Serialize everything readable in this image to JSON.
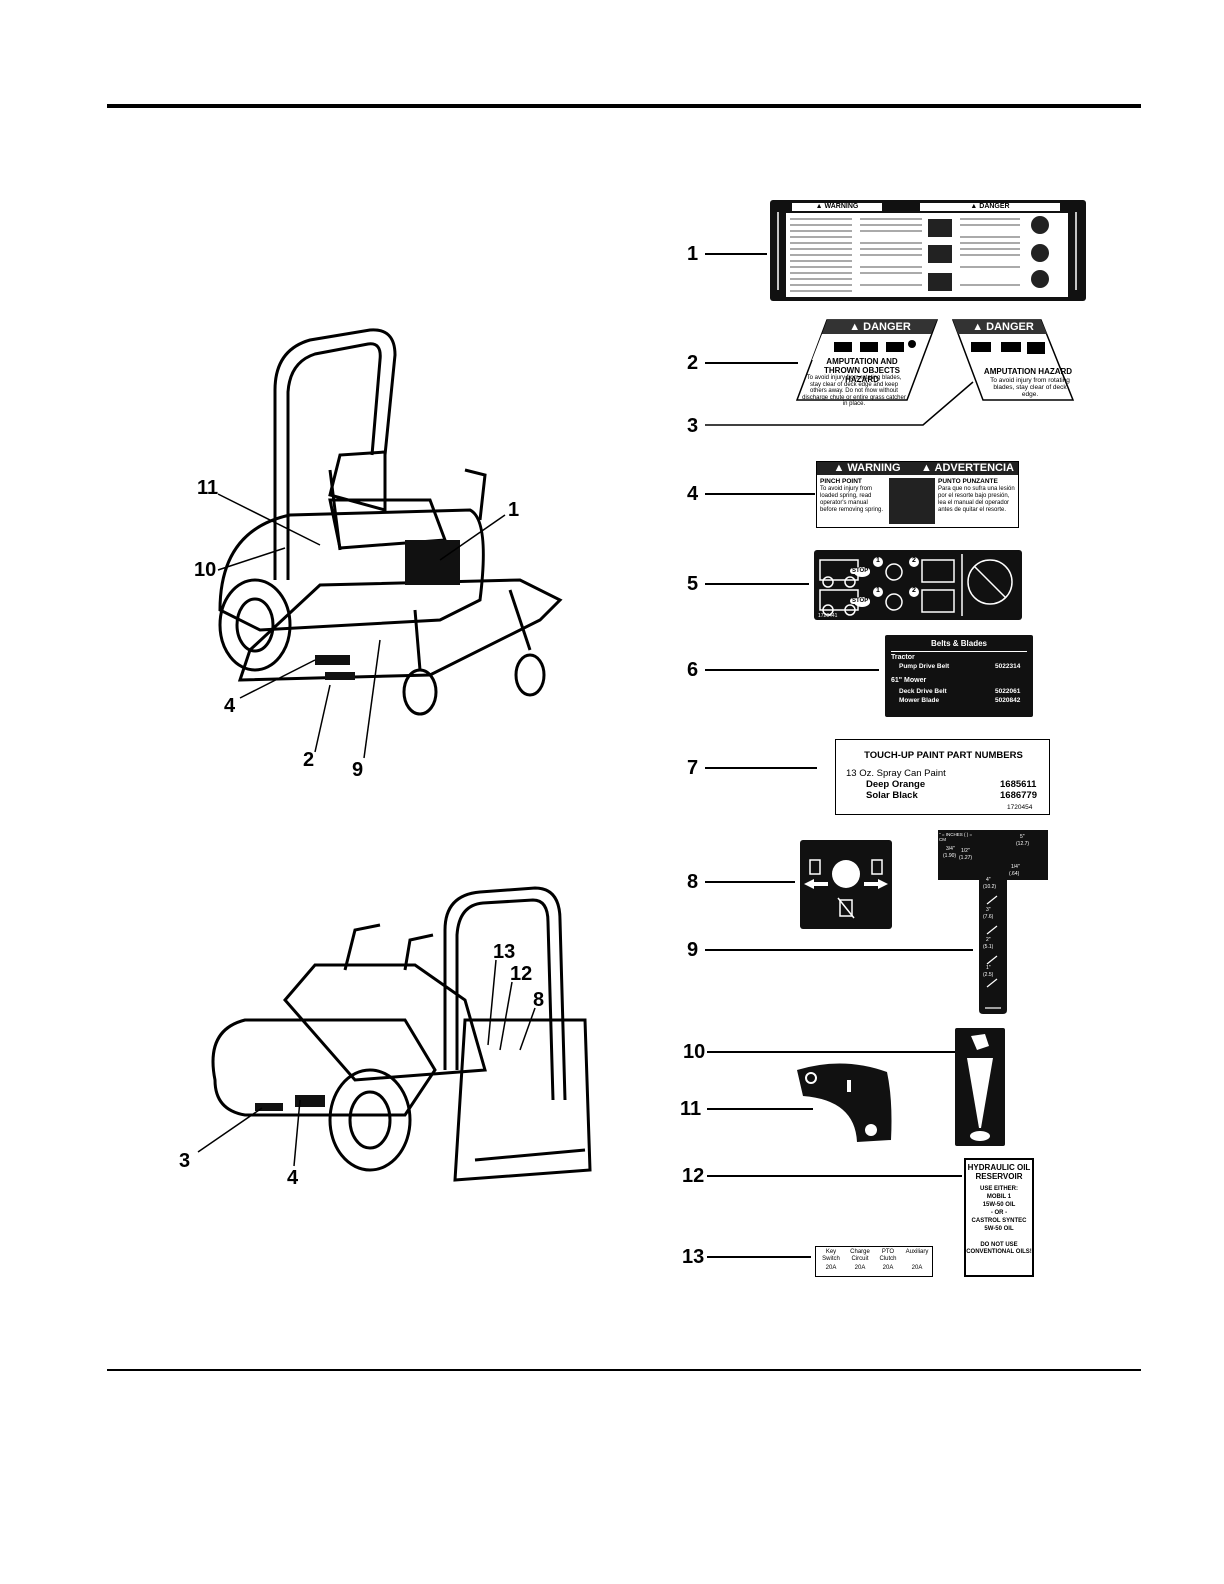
{
  "callouts": {
    "c1": "1",
    "c2": "2",
    "c3": "3",
    "c4": "4",
    "c5": "5",
    "c6": "6",
    "c7": "7",
    "c8": "8",
    "c9": "9",
    "c10": "10",
    "c11": "11",
    "c12": "12",
    "c13": "13"
  },
  "machine_top_callouts": {
    "c11": "11",
    "c1": "1",
    "c10": "10",
    "c4": "4",
    "c2": "2",
    "c9": "9"
  },
  "machine_bottom_callouts": {
    "c13": "13",
    "c12": "12",
    "c8": "8",
    "c3": "3",
    "c4": "4"
  },
  "decal1": {
    "warning": "▲ WARNING",
    "danger": "▲ DANGER"
  },
  "decal2": {
    "header": "▲ DANGER",
    "title": "AMPUTATION AND THROWN OBJECTS HAZARD",
    "body": "To avoid injury from rotating blades, stay clear of deck edge and keep others away. Do not mow without discharge chute or entire grass catcher in place."
  },
  "decal3": {
    "header": "▲ DANGER",
    "title": "AMPUTATION HAZARD",
    "body": "To avoid injury from rotating blades, stay clear of deck edge."
  },
  "decal4": {
    "warning": "▲ WARNING",
    "advertencia": "▲ ADVERTENCIA",
    "en_title": "PINCH POINT",
    "en_body": "To avoid injury from loaded spring, read operator's manual before removing spring.",
    "es_title": "PUNTO PUNZANTE",
    "es_body": "Para que no sufra una lesión por el resorte bajo presión, lea el manual del operador antes de quitar el resorte."
  },
  "decal5": {
    "code": "1720441",
    "stop": "STOP",
    "n1": "1",
    "n2": "2"
  },
  "decal6": {
    "title": "Belts & Blades",
    "tractor": "Tractor",
    "rows": [
      {
        "label": "Pump Drive Belt",
        "part": "5022314"
      },
      {
        "label": "61\" Mower",
        "part": ""
      },
      {
        "label": "Deck Drive Belt",
        "part": "5022061"
      },
      {
        "label": "Mower Blade",
        "part": "5020842"
      }
    ]
  },
  "decal7": {
    "title": "TOUCH-UP PAINT PART NUMBERS",
    "subtitle": "13 Oz. Spray Can Paint",
    "rows": [
      {
        "label": "Deep Orange",
        "part": "1685611"
      },
      {
        "label": "Solar Black",
        "part": "1686779"
      }
    ],
    "code": "1720454"
  },
  "decal9": {
    "top_left": "\" = INCHES ( ) = CM",
    "r1a": "3/4\"",
    "r1b": "(1.90)",
    "r2a": "1/2\"",
    "r2b": "(1.27)",
    "r3a": "1/4\"",
    "r3b": "(.64)",
    "r4a": "5\"",
    "r4b": "(12.7)",
    "s4a": "4\"",
    "s4b": "(10.2)",
    "s3a": "3\"",
    "s3b": "(7.6)",
    "s2a": "2\"",
    "s2b": "(5.1)",
    "s1a": "1\"",
    "s1b": "(2.5)"
  },
  "decal12": {
    "title": "HYDRAULIC OIL RESERVOIR",
    "line1": "USE EITHER:",
    "line2": "MOBIL 1",
    "line3": "15W-50 OIL",
    "line4": "- OR -",
    "line5": "CASTROL SYNTEC",
    "line6": "5W-50 OIL",
    "line7": "DO NOT USE CONVENTIONAL OILS!"
  },
  "decal13": {
    "cols": [
      {
        "name": "Key Switch",
        "amp": "20A"
      },
      {
        "name": "Charge Circuit",
        "amp": "20A"
      },
      {
        "name": "PTO Clutch",
        "amp": "20A"
      },
      {
        "name": "Auxiliary",
        "amp": "20A"
      }
    ]
  },
  "colors": {
    "ink": "#000000",
    "decal_black": "#111111",
    "paper": "#ffffff"
  }
}
